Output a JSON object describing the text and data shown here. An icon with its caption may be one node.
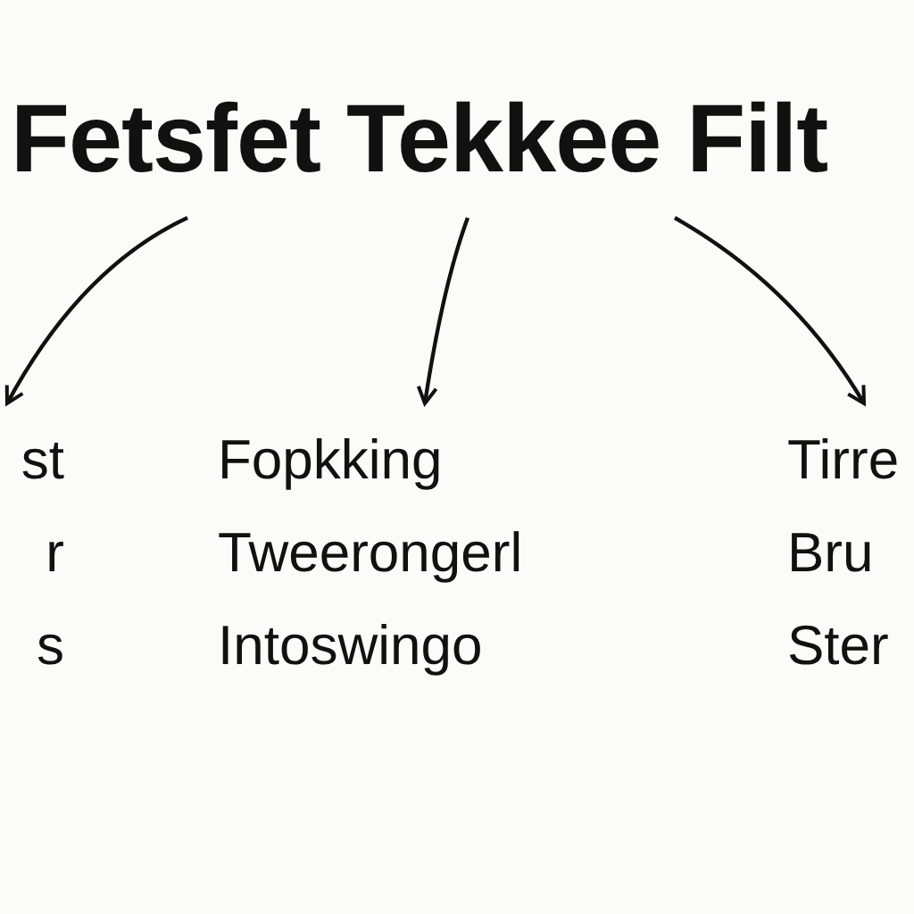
{
  "diagram": {
    "nodes": [
      {
        "text": [
          "Fetsfet Tekkee Filt"
        ]
      },
      {
        "text": [
          "st",
          "r",
          "s"
        ]
      },
      {
        "text": [
          "Fopkking",
          "Tweerongerl",
          "Intoswingo"
        ]
      },
      {
        "text": [
          "Tirre",
          "Bru",
          "Ster"
        ]
      }
    ],
    "edges": [
      {
        "from": 0,
        "to": 1,
        "arrow": "to"
      },
      {
        "from": 0,
        "to": 2,
        "arrow": "to"
      },
      {
        "from": 0,
        "to": 3,
        "arrow": "to"
      }
    ]
  }
}
